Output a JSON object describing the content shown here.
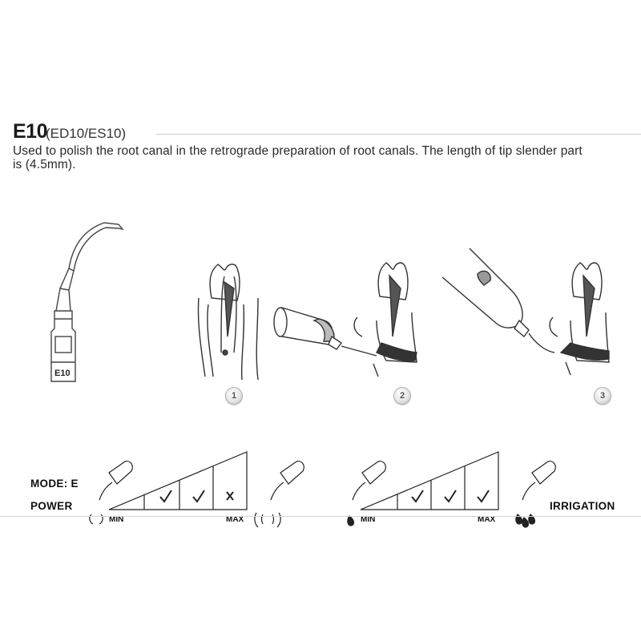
{
  "header": {
    "code": "E10",
    "variants": "(ED10/ES10)",
    "description": "Used to polish the root canal in the retrograde preparation of root canals. The length of tip slender part is (4.5mm)."
  },
  "tip": {
    "label": "E10"
  },
  "steps": [
    "1",
    "2",
    "3"
  ],
  "power": {
    "mode_label": "MODE: E",
    "title": "POWER",
    "min_label": "MIN",
    "max_label": "MAX",
    "levels": [
      "check",
      "check",
      "cross"
    ]
  },
  "irrigation": {
    "title": "IRRIGATION",
    "min_label": "MIN",
    "max_label": "MAX",
    "levels": [
      "check",
      "check",
      "check"
    ]
  }
}
